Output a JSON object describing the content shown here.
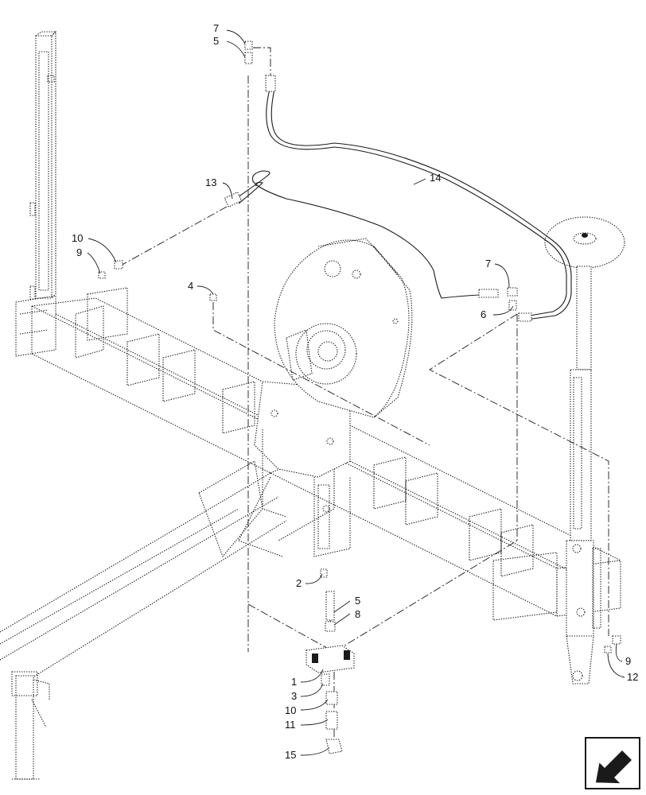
{
  "callouts": [
    {
      "id": "c1",
      "text": "1"
    },
    {
      "id": "c2",
      "text": "2"
    },
    {
      "id": "c3",
      "text": "3"
    },
    {
      "id": "c4",
      "text": "4"
    },
    {
      "id": "c5a",
      "text": "5"
    },
    {
      "id": "c5b",
      "text": "5"
    },
    {
      "id": "c6",
      "text": "6"
    },
    {
      "id": "c7a",
      "text": "7"
    },
    {
      "id": "c7b",
      "text": "7"
    },
    {
      "id": "c8",
      "text": "8"
    },
    {
      "id": "c9a",
      "text": "9"
    },
    {
      "id": "c9b",
      "text": "9"
    },
    {
      "id": "c10a",
      "text": "10"
    },
    {
      "id": "c10b",
      "text": "10"
    },
    {
      "id": "c11",
      "text": "11"
    },
    {
      "id": "c12",
      "text": "12"
    },
    {
      "id": "c13",
      "text": "13"
    },
    {
      "id": "c14",
      "text": "14"
    },
    {
      "id": "c15",
      "text": "15"
    }
  ],
  "nav_icon": "next-page-arrow-icon",
  "colors": {
    "line": "#1a1a1a",
    "background": "#ffffff"
  }
}
